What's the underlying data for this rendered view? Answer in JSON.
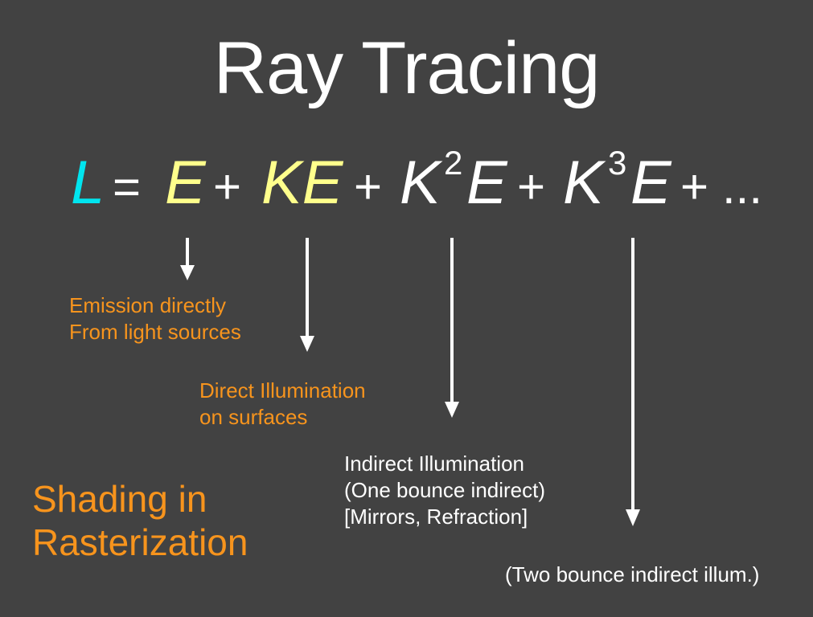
{
  "title": "Ray Tracing",
  "equation": {
    "lhs": "L",
    "equals": "=",
    "terms": [
      "E",
      "KE",
      "K",
      "2",
      "E",
      "K",
      "3",
      "E"
    ],
    "plus": "+",
    "ellipsis": "..."
  },
  "annotations": {
    "emission": [
      "Emission directly",
      "From light sources"
    ],
    "direct": [
      "Direct Illumination",
      "on surfaces"
    ],
    "indirect": [
      "Indirect Illumination",
      "(One bounce indirect)",
      "[Mirrors, Refraction]"
    ],
    "two_bounce": "(Two bounce indirect illum.)",
    "shading": [
      "Shading in",
      "Rasterization"
    ]
  },
  "colors": {
    "background": "#424242",
    "lhs": "#00e5ef",
    "rasterized_terms": "#ffff8c",
    "annotation_orange": "#f7941d",
    "text_white": "#ffffff"
  }
}
